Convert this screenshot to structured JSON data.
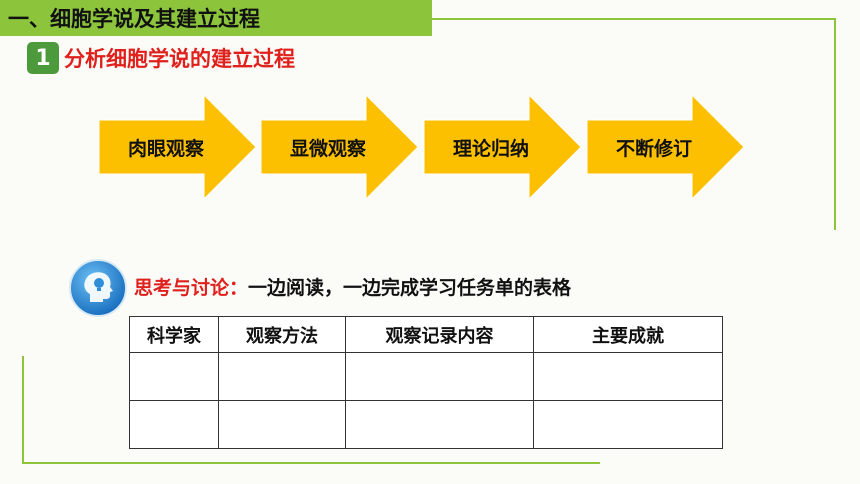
{
  "header": {
    "title": "一、细胞学说及其建立过程"
  },
  "section": {
    "number": "1",
    "title": "分析细胞学说的建立过程"
  },
  "process": [
    {
      "label": "肉眼观察"
    },
    {
      "label": "显微观察"
    },
    {
      "label": "理论归纳"
    },
    {
      "label": "不断修订"
    }
  ],
  "discussion": {
    "label": "思考与讨论：",
    "text": "一边阅读，一边完成学习任务单的表格"
  },
  "table": {
    "headers": [
      "科学家",
      "观察方法",
      "观察记录内容",
      "主要成就"
    ],
    "rows": [
      [
        "",
        "",
        "",
        ""
      ],
      [
        "",
        "",
        "",
        ""
      ]
    ]
  },
  "colors": {
    "accent_green": "#8cc43c",
    "number_badge": "#4c9a3c",
    "title_red": "#e0201c",
    "arrow_fill": "#fcc000",
    "icon_blue": "#2e8fd8"
  }
}
